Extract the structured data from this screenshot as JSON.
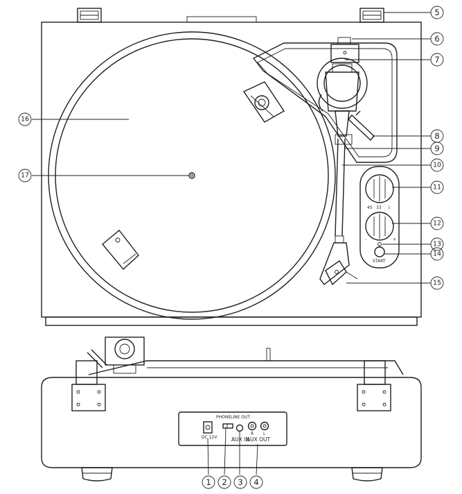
{
  "callouts": [
    "1",
    "2",
    "3",
    "4",
    "5",
    "6",
    "7",
    "8",
    "9",
    "10",
    "11",
    "12",
    "13",
    "14",
    "15",
    "16",
    "17"
  ],
  "control_labels": {
    "speed_45": "45",
    "speed_33": "33",
    "start": "START",
    "minus": "-",
    "plus": "+"
  },
  "rear_labels": {
    "dc_in": "DC 12V",
    "phone": "PHONE",
    "line_out": "LINE OUT",
    "aux_in": "AUX IN",
    "r": "R",
    "l": "L",
    "aux_out": "AUX OUT"
  }
}
